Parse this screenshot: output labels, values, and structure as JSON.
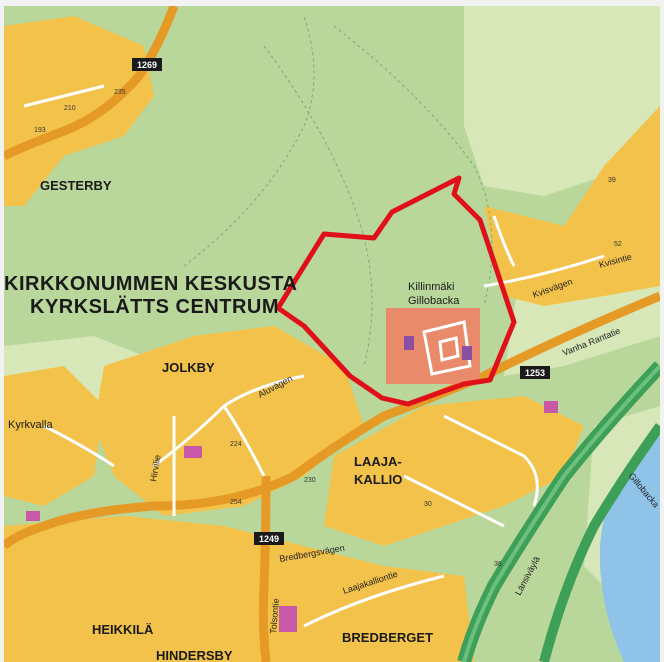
{
  "map": {
    "labels": {
      "municipality_line1": "KIRKKONUMMEN KESKUSTA",
      "municipality_line2": "KYRKSLÄTTS CENTRUM",
      "gesterby": "GESTERBY",
      "jolkby": "JOLKBY",
      "kyrkvalla": "Kyrkvalla",
      "laajakallio_1": "LAAJA-",
      "laajakallio_2": "KALLIO",
      "heikkila": "HEIKKILÄ",
      "hindersby": "HINDERSBY",
      "bredberget": "BREDBERGET",
      "site_fi": "Killinmäki",
      "site_sv": "Gillobacka"
    },
    "streets": {
      "vanha_rantatie": "Vanha Rantatie",
      "lansivayla": "Länsiväylä",
      "kvisvagen": "Kvisvägen",
      "kvisintie": "Kvisintie",
      "aluvagen": "Aluvägen",
      "hirvilie": "Hirvilie",
      "laajakalliontie": "Laajakalliontie",
      "tolsontie": "Tolsontie",
      "bredbergsvagen": "Bredbergsvägen",
      "gillobacka_street": "Gillobacka"
    },
    "road_numbers": {
      "road_1269": "1269",
      "road_1253": "1253",
      "road_1249": "1249"
    },
    "colors": {
      "forest": "#b9d79a",
      "open_land": "#d8e7b8",
      "built_area": "#f3c24a",
      "main_road": "#e69a26",
      "motorway": "#3ea058",
      "water": "#8fc4e8",
      "boundary": "#e0101a",
      "site_area": "#e98a6a",
      "public_building": "#c858a8"
    }
  }
}
